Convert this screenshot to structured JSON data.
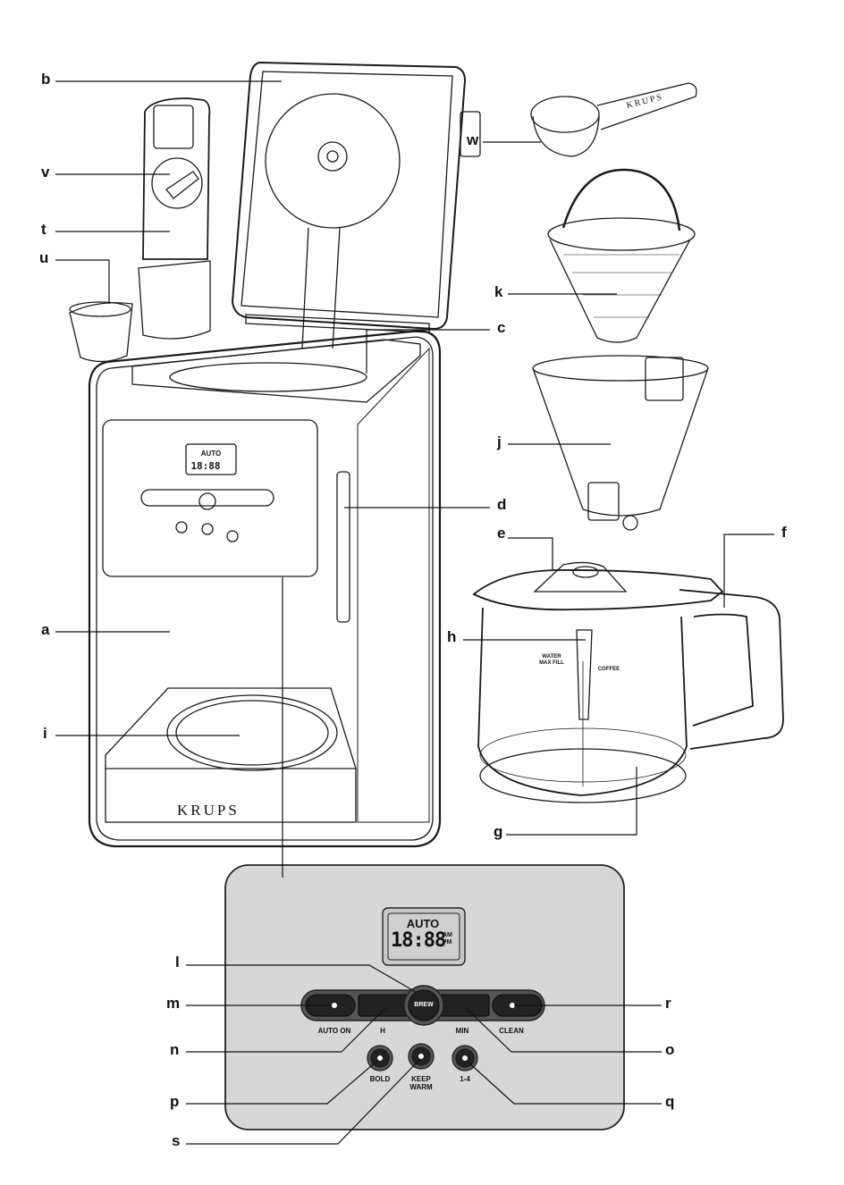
{
  "labels": {
    "a": "a",
    "b": "b",
    "c": "c",
    "d": "d",
    "e": "e",
    "f": "f",
    "g": "g",
    "h": "h",
    "i": "i",
    "j": "j",
    "k": "k",
    "l": "l",
    "m": "m",
    "n": "n",
    "o": "o",
    "p": "p",
    "q": "q",
    "r": "r",
    "s": "s",
    "t": "t",
    "u": "u",
    "v": "v",
    "w": "w"
  },
  "brand": "KRUPS",
  "display": {
    "mode": "AUTO",
    "time": "18:88",
    "am": "AM",
    "pm": "PM"
  },
  "buttons": {
    "brew": "BREW",
    "auto_on": "AUTO ON",
    "hour": "H",
    "minute": "MIN",
    "clean": "CLEAN",
    "bold": "BOLD",
    "keep_warm_1": "KEEP",
    "keep_warm_2": "WARM",
    "small_batch": "1-4"
  },
  "carafe": {
    "water_max_1": "WATER",
    "water_max_2": "MAX FILL",
    "coffee": "COFFEE"
  },
  "colors": {
    "panel": "#d7d7d7",
    "button_bar": "#4a4a4a",
    "button": "#222222"
  }
}
